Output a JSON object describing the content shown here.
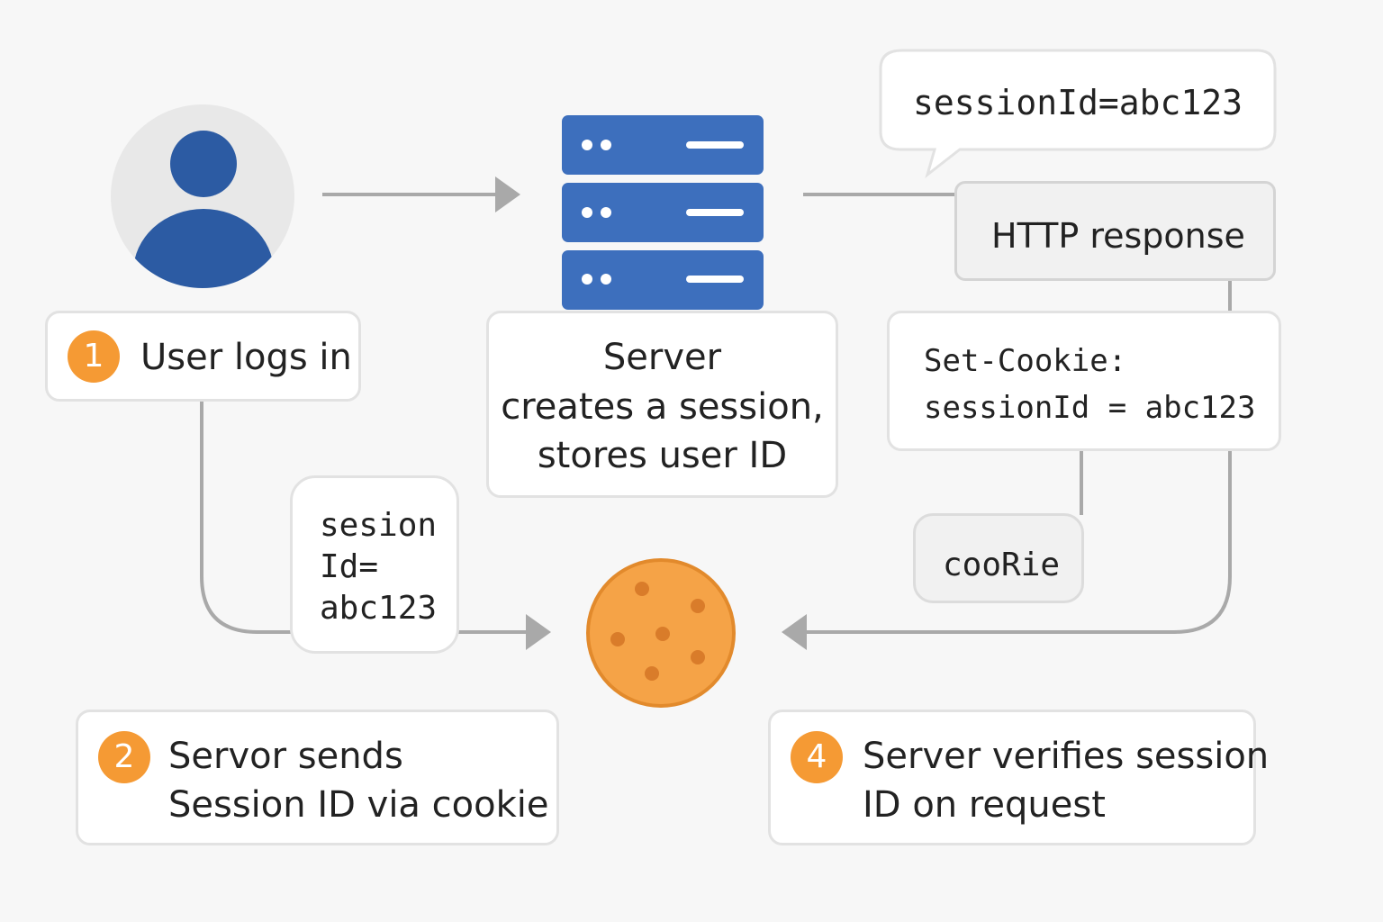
{
  "steps": {
    "step1": {
      "number": "1",
      "label": "User logs in"
    },
    "step2": {
      "number": "2",
      "line1": "Servor sends",
      "line2": "Session ID via cookie"
    },
    "step4": {
      "number": "4",
      "line1": "Server verifies session",
      "line2": "ID on request"
    }
  },
  "server": {
    "line1": "Server",
    "line2": "creates a session,",
    "line3": "stores user ID"
  },
  "speech_bubble": {
    "text": "sessionId=abc123"
  },
  "http_response": {
    "label": "HTTP response"
  },
  "set_cookie": {
    "line1": "Set-Cookie:",
    "line2": "sessionId = abc123"
  },
  "session_tag": {
    "line1": "sesion",
    "line2": "Id=",
    "line3": "abc123"
  },
  "cookie_tag": {
    "text": "cooRie"
  },
  "colors": {
    "accent_orange": "#f59a34",
    "server_blue": "#3d6fbd",
    "user_blue": "#2c5ba3",
    "cookie_orange": "#f5a347",
    "arrow_gray": "#a9a9a9"
  },
  "icons": [
    "user-avatar-icon",
    "server-stack-icon",
    "cookie-icon",
    "arrow-icon"
  ]
}
